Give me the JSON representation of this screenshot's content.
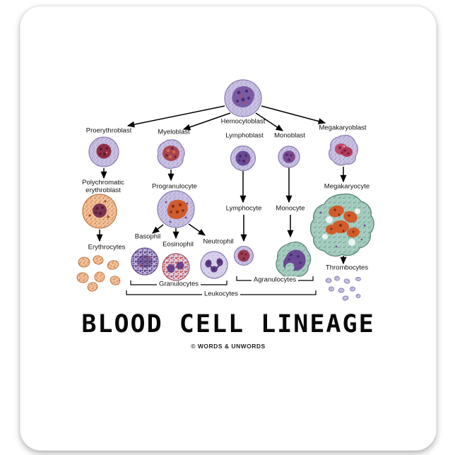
{
  "title": "BLOOD CELL LINEAGE",
  "copyright": "© WORDS & UNWORDS",
  "labels": {
    "hemocytoblast": "Hemocytoblast",
    "proerythroblast": "Proerythroblast",
    "myeloblast": "Myeloblast",
    "lymphoblast": "Lymphoblast",
    "monoblast": "Monoblast",
    "megakaryoblast": "Megakaryoblast",
    "polychromatic_erythroblast": "Polychromatic erythroblast",
    "progranulocyte": "Progranulocyte",
    "megakaryocyte": "Megakaryocyte",
    "erythrocytes": "Erythrocytes",
    "basophil": "Basophil",
    "eosinophil": "Eosinophil",
    "neutrophil": "Neutrophil",
    "lymphocyte": "Lymphocyte",
    "monocyte": "Monocyte",
    "thrombocytes": "Thrombocytes",
    "granulocytes": "Granulocytes",
    "agranulocytes": "Agranulocytes",
    "leukocytes": "Leukocytes"
  },
  "colors": {
    "cytoplasm_lavender": "#c9c2e2",
    "cytoplasm_orange": "#f0c39c",
    "cytoplasm_teal": "#a7ccc0",
    "nucleus_purple": "#6a4a94",
    "nucleus_red": "#8e2f44",
    "nucleus_orange": "#d05c2c",
    "arrow": "#000000",
    "pad": "#ffffff"
  }
}
